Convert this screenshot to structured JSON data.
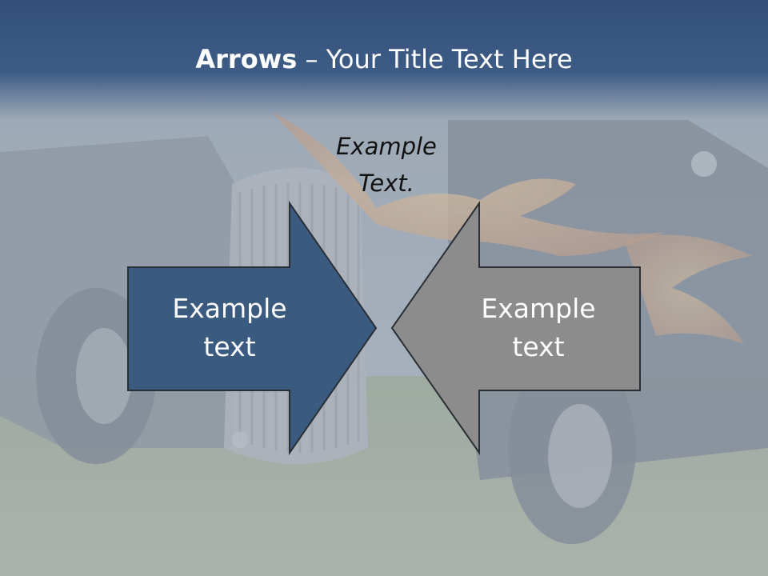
{
  "slide": {
    "title_bold": "Arrows",
    "title_rest": " – Your Title Text Here",
    "caption_line1": "Example",
    "caption_line2": "Text."
  },
  "arrows": {
    "left": {
      "line1": "Example",
      "line2": "text",
      "color": "#3a5a80"
    },
    "right": {
      "line1": "Example",
      "line2": "text",
      "color": "#8c8c8c"
    }
  },
  "background": {
    "image": "hot-rod-car-photo-faded"
  }
}
